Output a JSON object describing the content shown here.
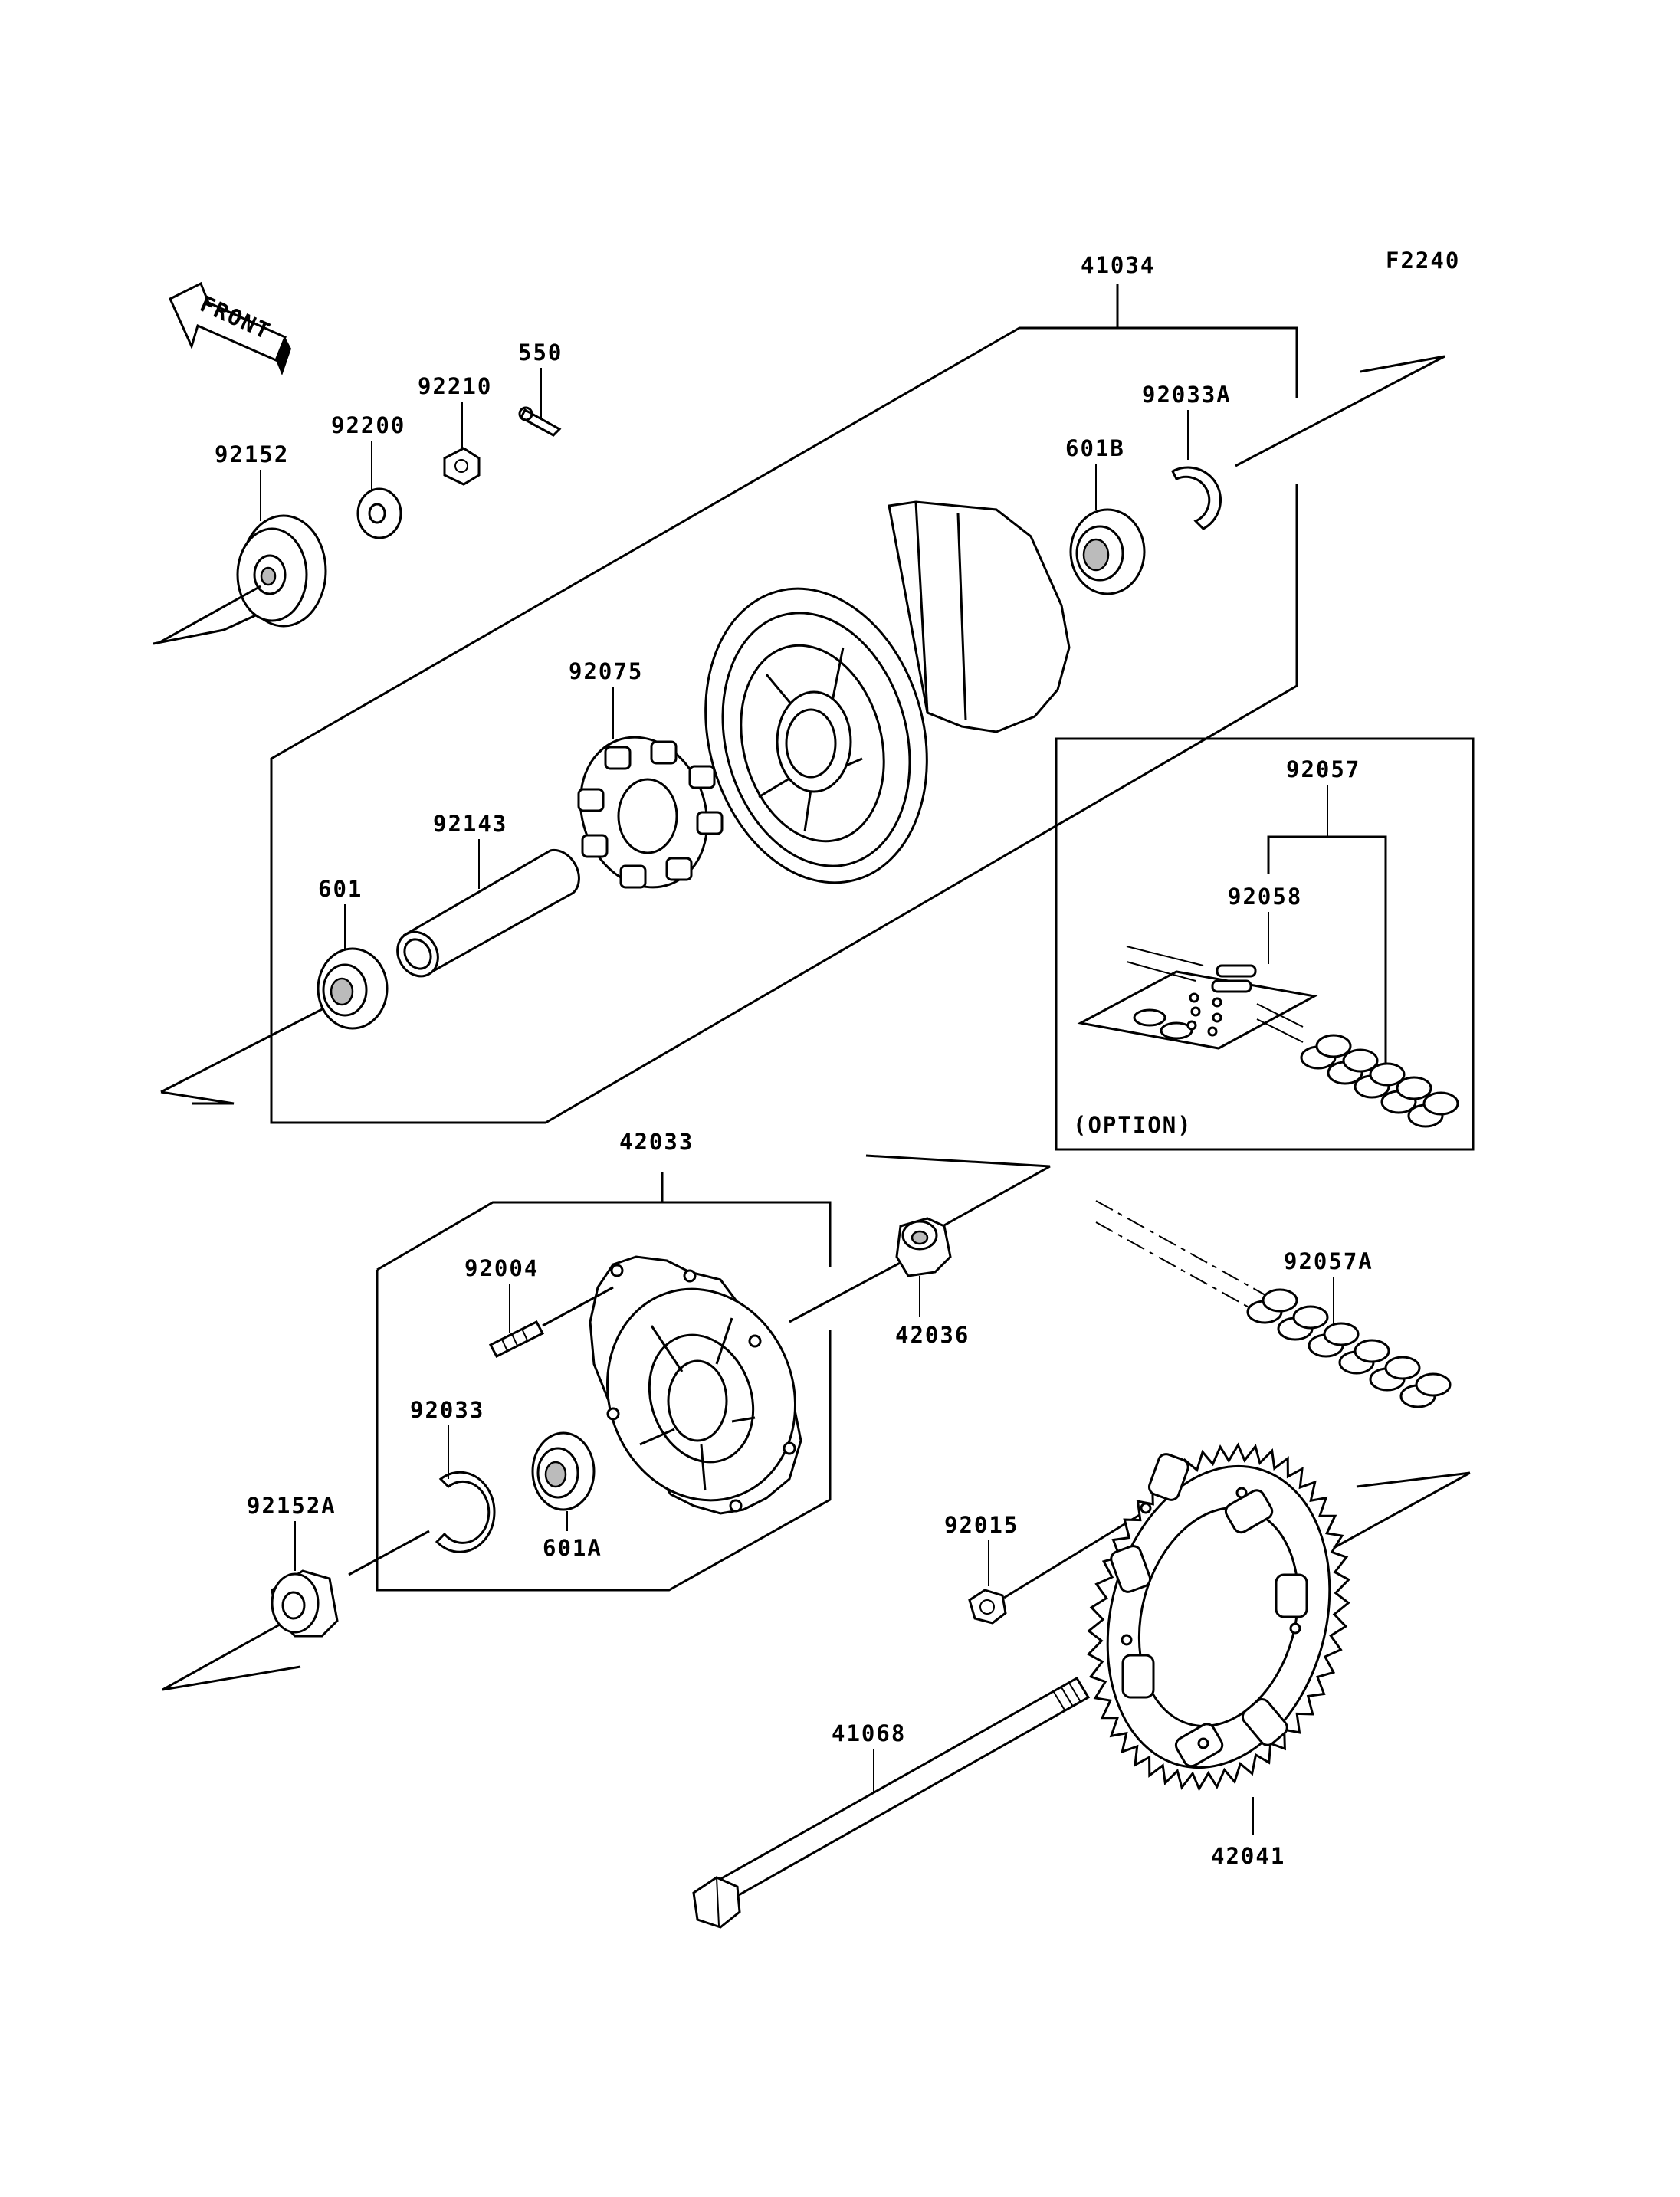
{
  "figure_code": "F2240",
  "front_label": "FRONT",
  "option_label": "(OPTION)",
  "parts": {
    "p41034": "41034",
    "p92033A": "92033A",
    "p601B": "601B",
    "p550": "550",
    "p92210": "92210",
    "p92200": "92200",
    "p92152": "92152",
    "p92075": "92075",
    "p92143": "92143",
    "p601": "601",
    "p92057": "92057",
    "p92058": "92058",
    "p42033": "42033",
    "p92004": "92004",
    "p42036": "42036",
    "p92057A": "92057A",
    "p92033": "92033",
    "p92152A": "92152A",
    "p601A": "601A",
    "p92015": "92015",
    "p41068": "41068",
    "p42041": "42041"
  }
}
